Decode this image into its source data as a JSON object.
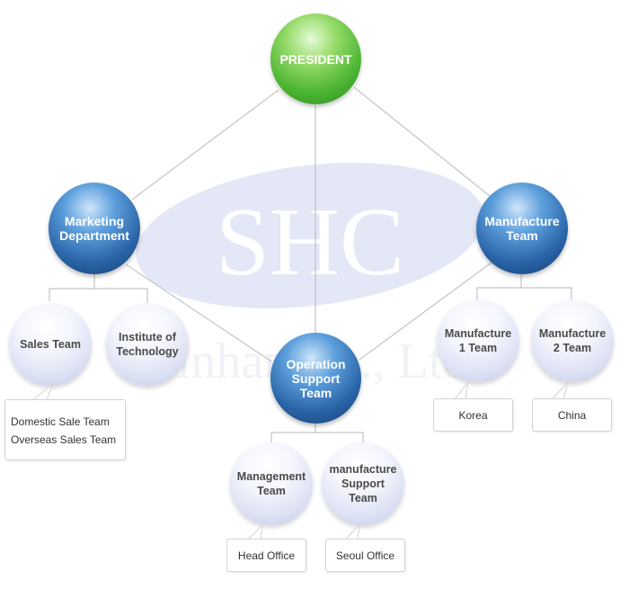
{
  "watermark": {
    "logo_text": "SHC",
    "company_text": "Sinhan Co., Ltd."
  },
  "nodes": {
    "president": "PRESIDENT",
    "marketing": [
      "Marketing",
      "Department"
    ],
    "manufacture": [
      "Manufacture",
      "Team"
    ],
    "operation": [
      "Operation",
      "Support",
      "Team"
    ],
    "sales": [
      "Sales Team"
    ],
    "institute": [
      "Institute of",
      "Technology"
    ],
    "mfg1": [
      "Manufacture",
      "1 Team"
    ],
    "mfg2": [
      "Manufacture",
      "2 Team"
    ],
    "management": [
      "Management",
      "Team"
    ],
    "mfg_support": [
      "manufacture",
      "Support",
      "Team"
    ]
  },
  "boxes": {
    "sales_items": [
      "Domestic Sale Team",
      "Overseas Sales Team"
    ],
    "mfg1_location": "Korea",
    "mfg2_location": "China",
    "management_location": "Head Office",
    "mfg_support_location": "Seoul Office"
  },
  "colors": {
    "top_node": "#4cb533",
    "department_node": "#2a65a8",
    "team_node": "#dbe0f3",
    "connector": "#b5b5b5",
    "watermark": "#e3e6f4"
  }
}
